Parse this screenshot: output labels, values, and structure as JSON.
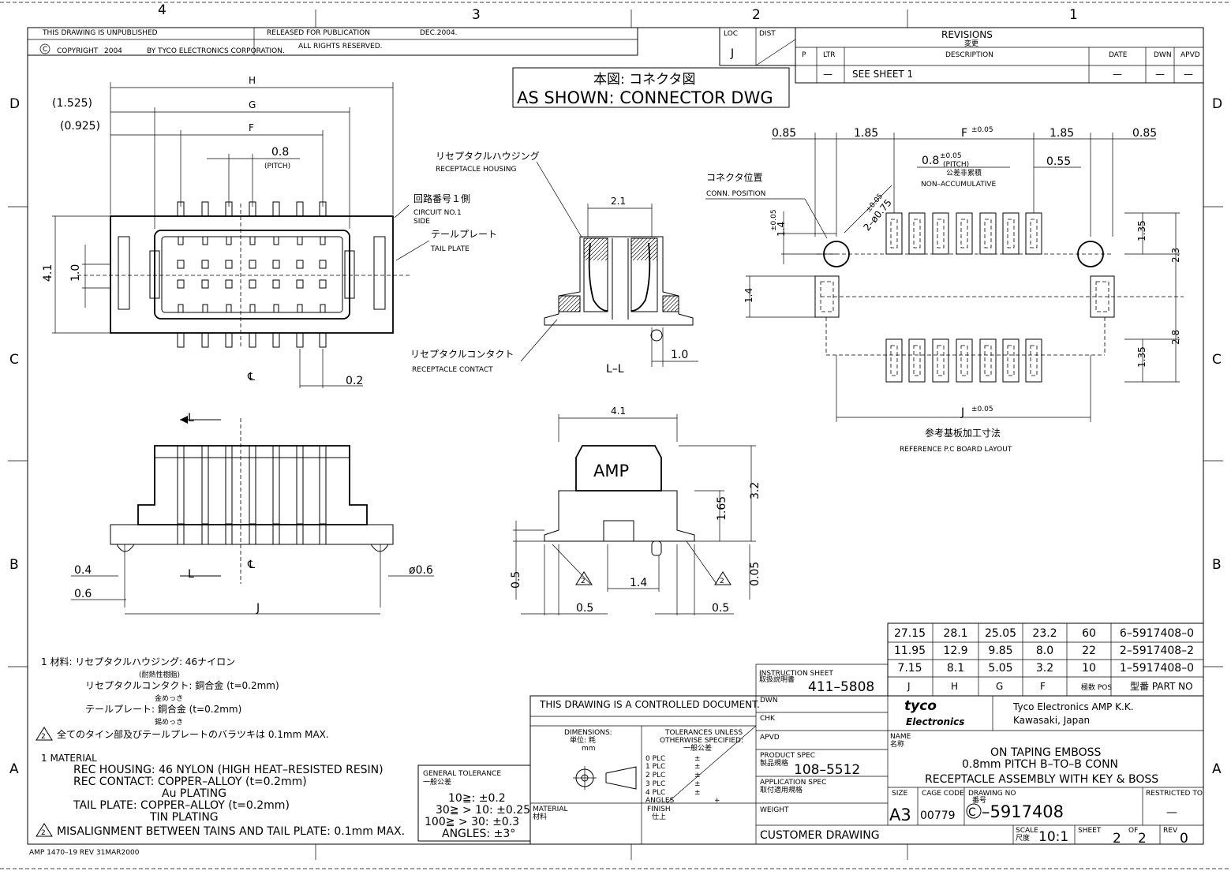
{
  "zones": {
    "top": [
      "4",
      "3",
      "2",
      "1"
    ],
    "side": [
      "D",
      "C",
      "B",
      "A"
    ]
  },
  "header": {
    "unpublished": "THIS DRAWING IS UNPUBLISHED",
    "copyright_symbol": "C",
    "copyright": "COPYRIGHT",
    "year": "2004",
    "by": "BY TYCO ELECTRONICS CORPORATION.",
    "released": "RELEASED FOR PUBLICATION",
    "date": "DEC.2004.",
    "rights": "ALL RIGHTS RESERVED."
  },
  "loc": {
    "label": "LOC",
    "value": "J",
    "dist": "DIST"
  },
  "revisions": {
    "title": "REVISIONS",
    "title_jp": "変更",
    "headers": [
      "P",
      "LTR",
      "DESCRIPTION",
      "DATE",
      "DWN",
      "APVD"
    ],
    "row": [
      "",
      "—",
      "SEE SHEET 1",
      "—",
      "—",
      "—"
    ]
  },
  "banner": {
    "jp": "本図: コネクタ図",
    "en": "AS SHOWN: CONNECTOR DWG"
  },
  "top_view": {
    "H": "H",
    "G": "G",
    "F": "F",
    "d1525": "(1.525)",
    "d0925": "(0.925)",
    "pitch": "0.8",
    "pitch_label": "(PITCH)",
    "h41": "4.1",
    "h10": "1.0",
    "d02": "0.2",
    "cl": "℄",
    "circuit_jp": "回路番号１側",
    "circuit_en": "CIRCUIT NO.1",
    "side": "SIDE",
    "tail_jp": "テールプレート",
    "tail_en": "TAIL PLATE"
  },
  "section": {
    "housing_jp": "リセプタクルハウジング",
    "housing_en": "RECEPTACLE HOUSING",
    "w21": "2.1",
    "d10": "1.0",
    "contact_jp": "リセプタクルコンタクト",
    "contact_en": "RECEPTACLE CONTACT",
    "label": "L–L"
  },
  "front_view": {
    "L": "L",
    "d04": "0.4",
    "d06": "0.6",
    "phi06": "ø0.6",
    "J": "J",
    "cl": "℄"
  },
  "side_view": {
    "w41": "4.1",
    "amp": "AMP",
    "h32": "3.2",
    "h165": "1.65",
    "h05": "0.5",
    "h005": "0.05",
    "w14": "1.4",
    "w05a": "0.5",
    "w05b": "0.5",
    "note": "2"
  },
  "pcb": {
    "d085a": "0.85",
    "d185a": "1.85",
    "F": "F",
    "tol": "±0.05",
    "d185b": "1.85",
    "d085b": "0.85",
    "pitch": "0.8",
    "pitch_tol": "±0.05",
    "pitch_label": "(PITCH)",
    "pitch_jp": "公差非累積",
    "nonacc": "NON–ACCUMULATIVE",
    "d055": "0.55",
    "conn_jp": "コネクタ位置",
    "conn_en": "CONN. POSITION",
    "hole_tol": "±0.05",
    "hole": "2–ø0.75",
    "v_tol": "±0.05",
    "v14": "1.4",
    "v14b": "1.4",
    "v135a": "1.35",
    "v23": "2.3",
    "v28": "2.8",
    "v135b": "1.35",
    "J": "J",
    "j_tol": "±0.05",
    "title_jp": "参考基板加工寸法",
    "title_en": "REFERENCE P.C BOARD LAYOUT"
  },
  "part_table": {
    "rows": [
      [
        "27.15",
        "28.1",
        "25.05",
        "23.2",
        "60",
        "6–5917408–0"
      ],
      [
        "11.95",
        "12.9",
        "9.85",
        "8.0",
        "22",
        "2–5917408–2"
      ],
      [
        "7.15",
        "8.1",
        "5.05",
        "3.2",
        "10",
        "1–5917408–0"
      ]
    ],
    "headers": [
      "J",
      "H",
      "G",
      "F",
      "極数\nPOS",
      "型番 PART NO"
    ]
  },
  "notes": {
    "jp": [
      "1  材料: リセプタクルハウジング: 46ナイロン",
      "(耐熱性樹脂)",
      "リセプタクルコンタクト: 銅合金 (t=0.2mm)",
      "金めっき",
      "テールプレート: 銅合金 (t=0.2mm)",
      "錫めっき",
      "全てのタイン部及びテールプレートのバラツキは 0.1mm MAX."
    ],
    "en": [
      "1  MATERIAL",
      "REC HOUSING: 46 NYLON (HIGH HEAT–RESISTED RESIN)",
      "REC CONTACT: COPPER–ALLOY (t=0.2mm)",
      "Au PLATING",
      "TAIL PLATE: COPPER–ALLOY (t=0.2mm)",
      "TIN PLATING",
      "MISALIGNMENT BETWEEN TAINS AND TAIL PLATE: 0.1mm MAX."
    ],
    "flag": "2"
  },
  "general_tolerance": {
    "title": "GENERAL TOLERANCE",
    "title_jp": "一般公差",
    "rows": [
      "10≧: ±0.2",
      "30≧ > 10: ±0.25",
      "100≧ > 30: ±0.3",
      "ANGLES: ±3°"
    ]
  },
  "title_block": {
    "controlled": "THIS DRAWING IS A CONTROLLED DOCUMENT.",
    "dimensions": "DIMENSIONS:",
    "dim_jp": "単位: 粍",
    "dim_unit": "mm",
    "tol_title": "TOLERANCES UNLESS",
    "tol_title2": "OTHERWISE SPECIFIED:",
    "tol_jp": "一般公差",
    "plc": [
      "0  PLC",
      "1  PLC",
      "2  PLC",
      "3  PLC",
      "4  PLC",
      "ANGLES"
    ],
    "pm": "±",
    "plus": "+",
    "material": "MATERIAL",
    "material_jp": "材料",
    "finish": "FINISH",
    "finish_jp": "仕上",
    "instruction": "INSTRUCTION SHEET",
    "instruction_jp": "取扱説明書",
    "instruction_no": "411–5808",
    "dwn": "DWN",
    "chk": "CHK",
    "apvd": "APVD",
    "product_spec": "PRODUCT SPEC",
    "product_spec_jp": "製品規格",
    "product_spec_no": "108–5512",
    "app_spec": "APPLICATION SPEC",
    "app_spec_jp": "取付適用規格",
    "weight": "WEIGHT",
    "customer": "CUSTOMER DRAWING",
    "brand": "tyco",
    "brand2": "Electronics",
    "company": "Tyco Electronics AMP K.K.",
    "location": "Kawasaki, Japan",
    "name": "NAME",
    "name_jp": "名称",
    "name_lines": [
      "ON TAPING EMBOSS",
      "0.8mm PITCH B–TO–B CONN",
      "RECEPTACLE ASSEMBLY WITH KEY & BOSS"
    ],
    "size": "SIZE",
    "size_val": "A3",
    "cage": "CAGE CODE",
    "cage_val": "00779",
    "dwg": "DRAWING NO",
    "dwg_jp": "番号",
    "dwg_prefix": "C",
    "dwg_val": "–5917408",
    "restricted": "RESTRICTED TO",
    "restricted_val": "—",
    "scale": "SCALE",
    "scale_jp": "尺度",
    "scale_val": "10:1",
    "sheet": "SHEET",
    "sheet_val": "2",
    "of": "OF",
    "of_val": "2",
    "rev": "REV",
    "rev_val": "0"
  },
  "form_no": "AMP 1470–19 REV 31MAR2000"
}
